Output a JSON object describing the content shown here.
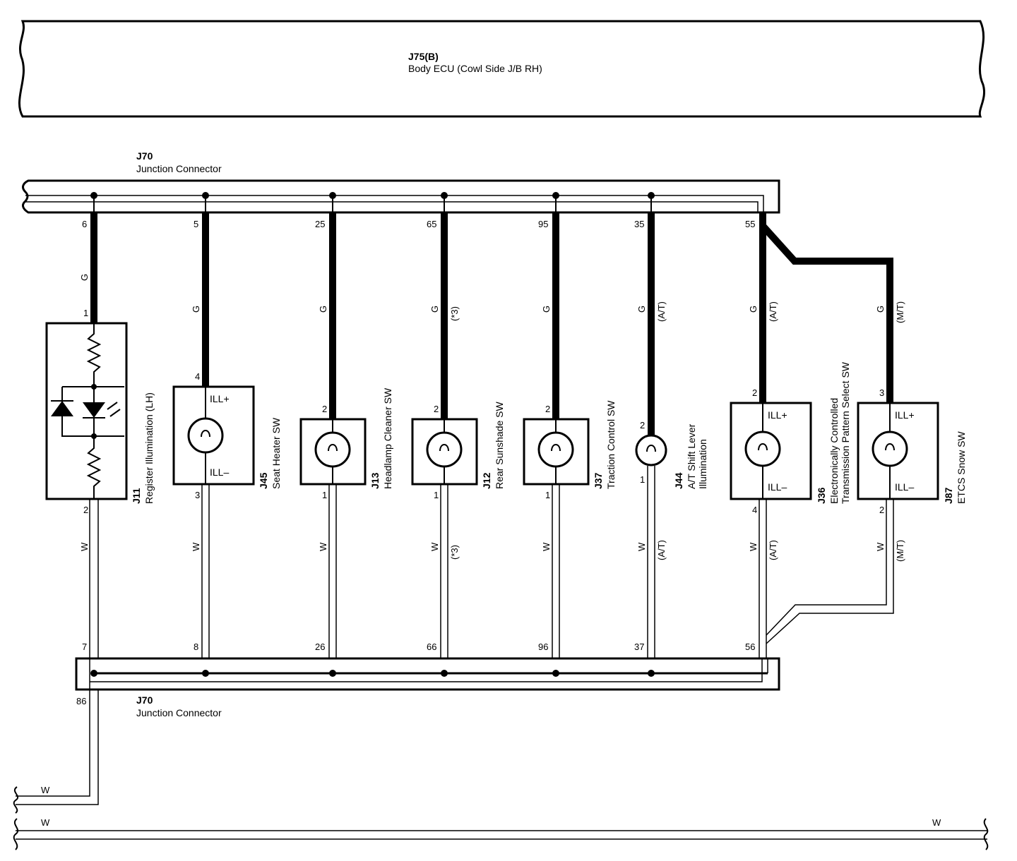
{
  "ecu": {
    "code": "J75(B)",
    "name": "Body ECU (Cowl Side J/B RH)"
  },
  "junction_top": {
    "code": "J70",
    "name": "Junction Connector"
  },
  "junction_bottom": {
    "code": "J70",
    "name": "Junction Connector",
    "pin_ground": "86"
  },
  "wire_colors": {
    "green": "G",
    "white": "W"
  },
  "notes": {
    "at": "(A/T)",
    "mt": "(M/T)",
    "star3": "(*3)"
  },
  "terminal_labels": {
    "plus": "ILL+",
    "minus": "ILL–"
  },
  "components": [
    {
      "code": "J11",
      "name": "Register Illumination (LH)",
      "top_pin": "6",
      "comp_top_pin": "1",
      "comp_bot_pin": "2",
      "bot_pin": "7"
    },
    {
      "code": "J45",
      "name": "Seat Heater SW",
      "top_pin": "5",
      "comp_top_pin": "4",
      "comp_bot_pin": "3",
      "bot_pin": "8"
    },
    {
      "code": "J13",
      "name": "Headlamp Cleaner SW",
      "top_pin": "25",
      "comp_top_pin": "2",
      "comp_bot_pin": "1",
      "bot_pin": "26"
    },
    {
      "code": "J12",
      "name": "Rear Sunshade SW",
      "top_pin": "65",
      "comp_top_pin": "2",
      "comp_bot_pin": "1",
      "bot_pin": "66"
    },
    {
      "code": "J37",
      "name": "Traction Control SW",
      "top_pin": "95",
      "comp_top_pin": "2",
      "comp_bot_pin": "1",
      "bot_pin": "96"
    },
    {
      "code": "J44",
      "name_line1": "A/T Shift Lever",
      "name_line2": "Illumination",
      "top_pin": "35",
      "comp_top_pin": "2",
      "comp_bot_pin": "1",
      "bot_pin": "37"
    },
    {
      "code": "J36",
      "name_line1": "Electronically Controlled",
      "name_line2": "Transmission Pattern Select SW",
      "top_pin": "55",
      "comp_top_pin": "2",
      "comp_bot_pin": "4",
      "bot_pin": "56"
    },
    {
      "code": "J87",
      "name": "ETCS Snow SW",
      "comp_top_pin": "3",
      "comp_bot_pin": "2"
    }
  ]
}
